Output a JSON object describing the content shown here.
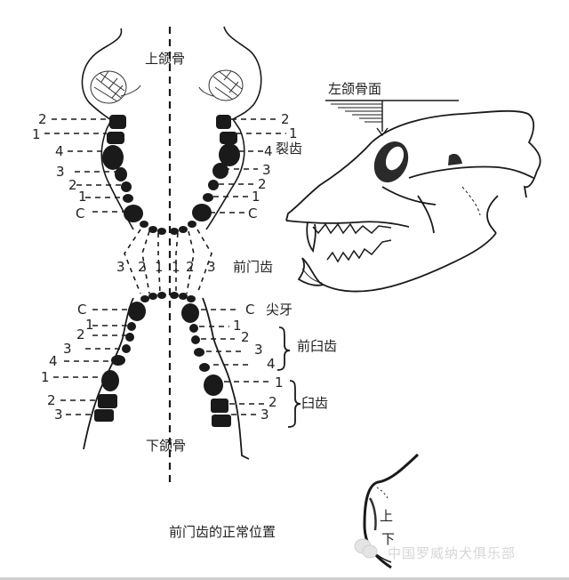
{
  "diagram": {
    "title": "前门齿的正常位置",
    "upper_jaw_label": "上颌骨",
    "lower_jaw_label": "下颌骨",
    "skull_label": "左颌骨面",
    "incisors_label": "前门齿",
    "canine_label": "尖牙",
    "carnassial_label": "裂齿",
    "premolars_label": "前臼齿",
    "molars_label": "臼齿",
    "bite_upper_label": "上",
    "bite_lower_label": "下",
    "watermark": "中国罗威纳犬俱乐部"
  },
  "upper_left_teeth": [
    "2",
    "1",
    "4",
    "3",
    "2",
    "1",
    "C"
  ],
  "upper_right_teeth": [
    "2",
    "1",
    "4",
    "3",
    "2",
    "1",
    "C"
  ],
  "incisors": [
    "3",
    "2",
    "1",
    "1",
    "2",
    "3"
  ],
  "lower_left_teeth": [
    "C",
    "1",
    "2",
    "3",
    "4",
    "1",
    "2",
    "3"
  ],
  "lower_right_teeth": [
    "C",
    "1",
    "2",
    "3",
    "4",
    "1",
    "2",
    "3"
  ],
  "colors": {
    "ink": "#1a1a1a",
    "background": "#ffffff",
    "watermark": "#d6d6d6"
  }
}
